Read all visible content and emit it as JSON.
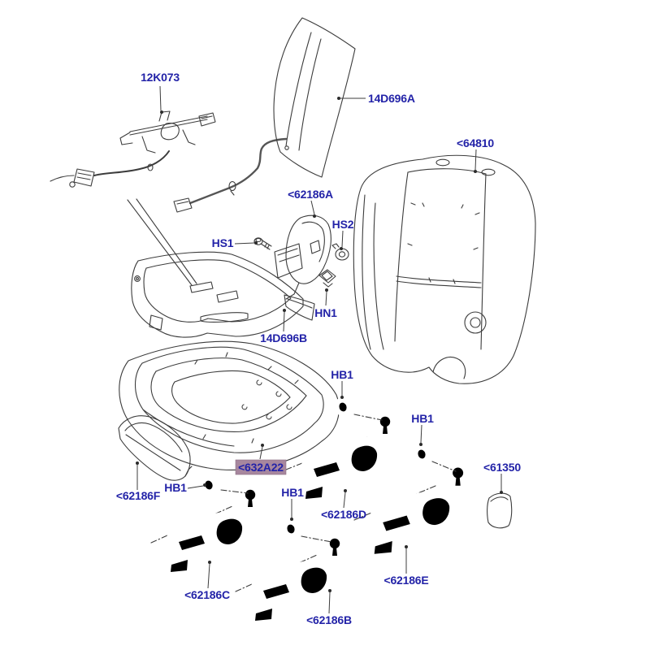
{
  "colors": {
    "label_text": "#2323A8",
    "part_highlight": "#F6EC12",
    "part_highlight_edge": "#E4D800",
    "label_highlight_bg": "#A7879E",
    "red_marker": "#C24A4A",
    "line_art": "#3C3C3C"
  },
  "labels": {
    "p12K073": "12K073",
    "p14D696A": "14D696A",
    "p64810": "<64810",
    "p62186A": "<62186A",
    "hs1": "HS1",
    "hs2": "HS2",
    "hn1": "HN1",
    "p14D696B": "14D696B",
    "p632A22": "<632A22",
    "p62186F": "<62186F",
    "hb1": "HB1",
    "p62186C": "<62186C",
    "p62186B": "<62186B",
    "p62186D": "<62186D",
    "p62186E": "<62186E",
    "p61350": "<61350"
  },
  "highlight": {
    "highlighted_part_label": "<632A22"
  }
}
